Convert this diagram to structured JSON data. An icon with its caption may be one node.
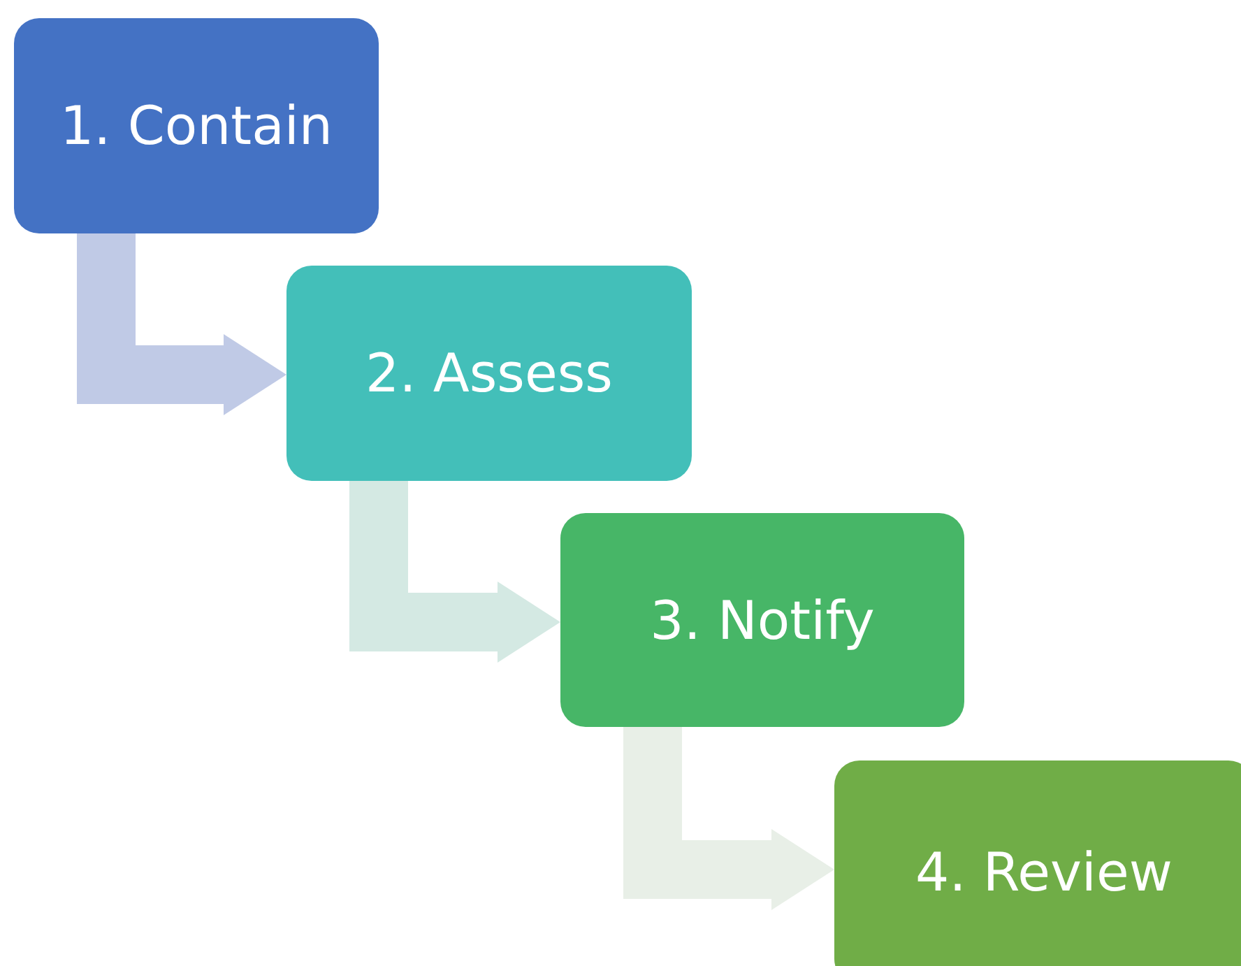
{
  "diagram": {
    "nodes": [
      {
        "text": [
          "1. Contain"
        ]
      },
      {
        "text": [
          "2. Assess"
        ]
      },
      {
        "text": [
          "3. Notify"
        ]
      },
      {
        "text": [
          "4. Review"
        ]
      }
    ],
    "edges": [
      {
        "from": 0,
        "to": 1,
        "arrow": "to",
        "color": "#c0cae6"
      },
      {
        "from": 1,
        "to": 2,
        "arrow": "to",
        "color": "#d4e9e3"
      },
      {
        "from": 2,
        "to": 3,
        "arrow": "to",
        "color": "#e8efe7"
      }
    ]
  }
}
